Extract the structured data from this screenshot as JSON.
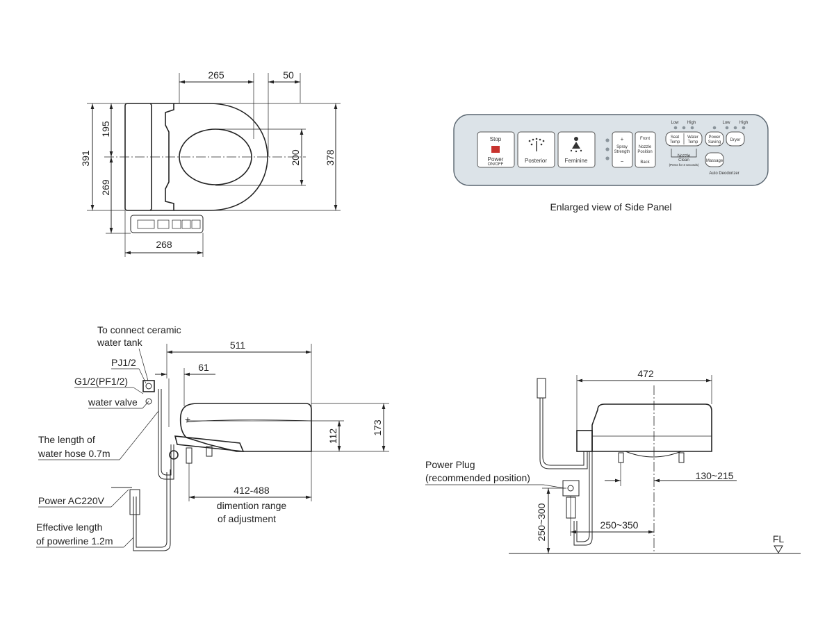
{
  "top_view": {
    "dim_width_265": "265",
    "dim_width_50": "50",
    "dim_height_391": "391",
    "dim_height_195": "195",
    "dim_height_269": "269",
    "dim_bowl_200": "200",
    "dim_total_378": "378",
    "dim_panel_268": "268"
  },
  "side_panel": {
    "stop_label": "Stop",
    "power_label": "Power",
    "power_sub": "ON/OFF",
    "posterior_label": "Posterior",
    "feminine_label": "Feminine",
    "plus_label": "+",
    "minus_label": "−",
    "spray_label_1": "Spray",
    "spray_label_2": "Strength",
    "front_label": "Front",
    "nozzle_label_1": "Nozzle",
    "nozzle_label_2": "Position",
    "back_label": "Back",
    "low_label_1": "Low",
    "high_label_1": "High",
    "low_label_2": "Low",
    "high_label_2": "High",
    "seat_temp_1": "Seat",
    "seat_temp_2": "Temp",
    "water_temp_1": "Water",
    "water_temp_2": "Temp",
    "power_saving_1": "Power",
    "power_saving_2": "Saving",
    "dryer_label": "Dryer",
    "nozzle_clean_1": "Nozzle",
    "nozzle_clean_2": "Clean",
    "nozzle_clean_note": "(Press for 3 seconds)",
    "massage_label": "Massage",
    "auto_deodorizer": "Auto Deodorizer",
    "caption": "Enlarged view of Side Panel",
    "accent_color": "#c8332e"
  },
  "side_view": {
    "to_connect_1": "To connect ceramic",
    "to_connect_2": "water tank",
    "pj": "PJ1/2",
    "g": "G1/2(PF1/2)",
    "water_valve": "water valve",
    "hose_1": "The length of",
    "hose_2": "water hose 0.7m",
    "power_ac": "Power AC220V",
    "powerline_1": "Effective length",
    "powerline_2": "of powerline 1.2m",
    "dim_511": "511",
    "dim_61": "61",
    "dim_112": "112",
    "dim_173": "173",
    "dim_range": "412-488",
    "range_1": "dimention range",
    "range_2": "of adjustment"
  },
  "rear_view": {
    "dim_472": "472",
    "power_plug_1": "Power Plug",
    "power_plug_2": "(recommended position)",
    "dim_130_215": "130~215",
    "dim_250_350_h": "250~350",
    "dim_250_300_v": "250~300",
    "fl": "FL"
  }
}
